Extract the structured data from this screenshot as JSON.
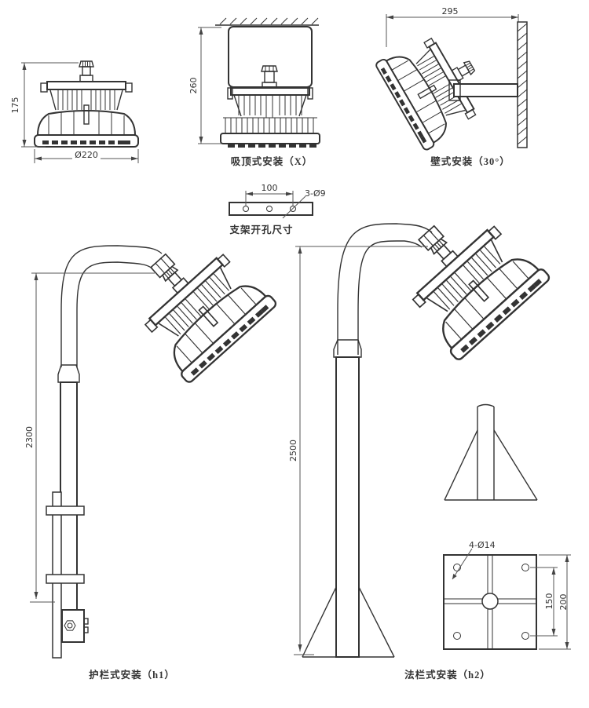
{
  "views": {
    "front": {
      "height_dim": "175",
      "diameter_dim": "Ø220"
    },
    "ceiling": {
      "height_dim": "260",
      "caption": "吸顶式安装（X）"
    },
    "wall": {
      "width_dim": "295",
      "caption": "壁式安装（30°）"
    },
    "bracket": {
      "spacing_dim": "100",
      "holes_label": "3-Ø9",
      "caption": "支架开孔尺寸"
    },
    "guardrail": {
      "height_dim": "2300",
      "caption": "护栏式安装（h1）"
    },
    "flange": {
      "height_dim": "2500",
      "caption": "法栏式安装（h2）"
    },
    "baseplate": {
      "holes_label": "4-Ø14",
      "hole_spacing_dim": "150",
      "plate_size_dim": "200"
    }
  },
  "colors": {
    "line": "#333333",
    "background": "#ffffff"
  }
}
